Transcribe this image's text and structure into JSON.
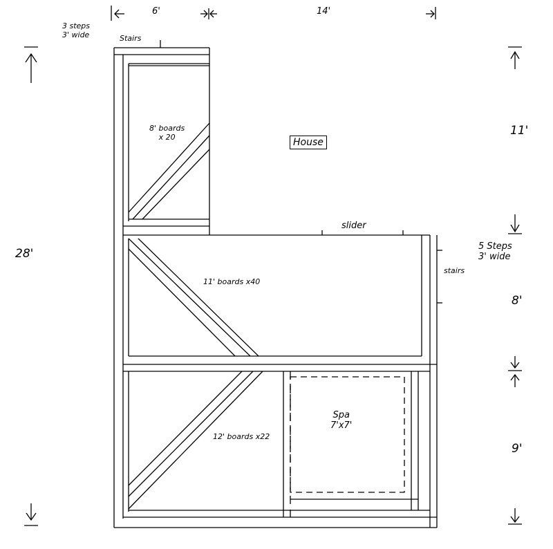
{
  "dimensions": {
    "top_left_width": "6'",
    "top_right_width": "14'",
    "total_depth": "28'",
    "upper_depth": "11'",
    "middle_depth": "8'",
    "lower_depth": "9'"
  },
  "stairs_left": {
    "label": "Stairs",
    "note_line1": "3 steps",
    "note_line2": "3' wide"
  },
  "stairs_right": {
    "label": "stairs",
    "note_line1": "5 Steps",
    "note_line2": "3' wide"
  },
  "house_label": "House",
  "slider_label": "slider",
  "sections": {
    "upper": {
      "boards": "8' boards",
      "count": "x 20"
    },
    "middle": {
      "boards": "11' boards x40"
    },
    "lower": {
      "boards": "12' boards x22"
    }
  },
  "spa": {
    "label": "Spa",
    "size": "7'x7'"
  }
}
